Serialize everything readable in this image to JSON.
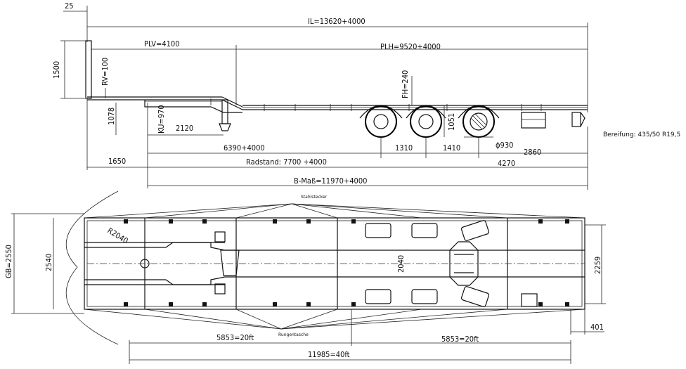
{
  "side_view": {
    "dim_25": "25",
    "il": "IL=13620+4000",
    "plv": "PLV=4100",
    "plh": "PLH=9520+4000",
    "h_1500": "1500",
    "rv": "RV=100",
    "fh": "FH=240",
    "h_1078": "1078",
    "ku": "KU=970",
    "d_2120": "2120",
    "h_1051": "1051",
    "wheel_dia": "ϕ930",
    "d_6390": "6390+4000",
    "d_1310": "1310",
    "d_1410": "1410",
    "d_2860": "2860",
    "d_1650": "1650",
    "radstand": "Radstand: 7700 +4000",
    "d_4270": "4270",
    "b_mass": "B-Maß=11970+4000",
    "tires": "Bereifung: 435/50 R19,5"
  },
  "top_view": {
    "stake_pockets_top": "Stahlstecker",
    "stake_pockets_bottom": "Rungentasche",
    "gb": "GB=2550",
    "w_2540": "2540",
    "r_2040": "R2040",
    "w_2040": "2040",
    "w_2259": "2259",
    "d_401": "401",
    "c_left": "5853=20ft",
    "c_right": "5853=20ft",
    "c_total": "11985=40ft"
  }
}
